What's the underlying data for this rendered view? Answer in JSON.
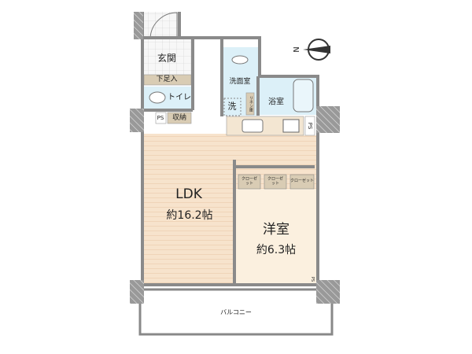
{
  "rooms": {
    "entrance": "玄関",
    "shoe_storage": "下足入",
    "toilet": "トイレ",
    "ps1": "PS",
    "storage": "収納",
    "washroom": "洗面室",
    "washer": "洗",
    "linen": "リネン庫",
    "bathroom": "浴室",
    "ps2": "PS",
    "ps3": "PS",
    "ldk_name": "LDK",
    "ldk_size": "約16.2帖",
    "western_name": "洋室",
    "western_size": "約6.3帖",
    "closet1": "クローゼット",
    "closet2": "クローゼット",
    "closet3": "クローゼット",
    "balcony": "バルコニー"
  },
  "compass": {
    "label": "N"
  },
  "colors": {
    "wall": "#8a8a8a",
    "floor": "#f7e3cc",
    "wet_area": "#dcf0f8",
    "storage": "#d9ccb4",
    "tile": "#f2f2f2"
  }
}
